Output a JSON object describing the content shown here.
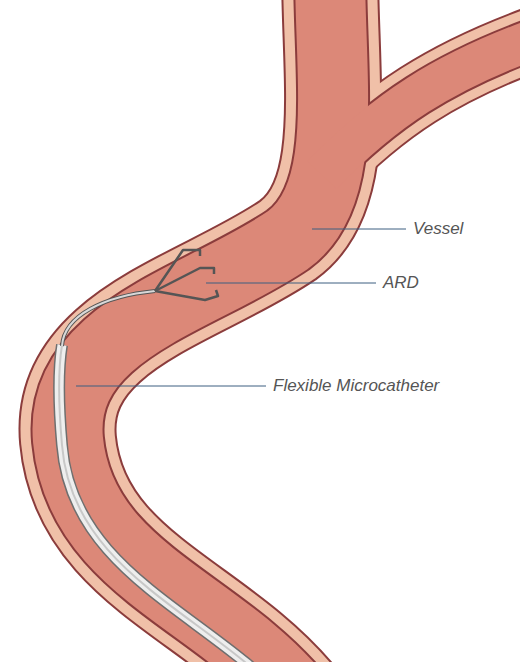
{
  "diagram": {
    "labels": [
      "Vessel",
      "ARD",
      "Flexible Microcatheter"
    ]
  }
}
